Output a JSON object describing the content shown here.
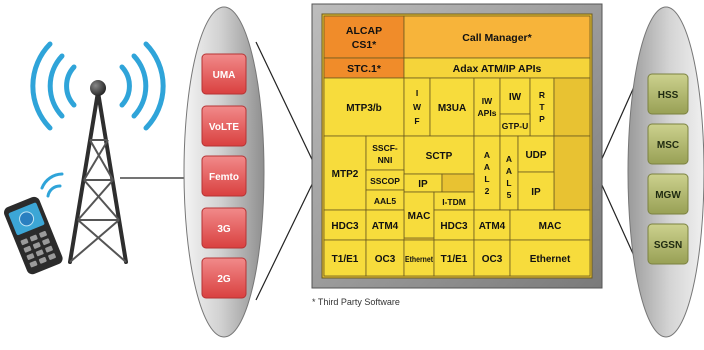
{
  "left_panel": {
    "items": [
      "UMA",
      "VoLTE",
      "Femto",
      "3G",
      "2G"
    ]
  },
  "right_panel": {
    "items": [
      "HSS",
      "MSC",
      "MGW",
      "SGSN"
    ]
  },
  "stack": {
    "alcap_line1": "ALCAP",
    "alcap_line2": "CS1*",
    "call_manager": "Call Manager*",
    "stc1": "STC.1*",
    "adax_apis": "Adax ATM/IP APIs",
    "mtp3b": "MTP3/b",
    "iwf_chars": [
      "I",
      "W",
      "F"
    ],
    "m3ua": "M3UA",
    "iw_apis_line1": "IW",
    "iw_apis_line2": "APIs",
    "iw": "IW",
    "gtpu": "GTP-U",
    "rtp_chars": [
      "R",
      "T",
      "P"
    ],
    "mtp2": "MTP2",
    "sscf_line1": "SSCF-",
    "sscf_line2": "NNI",
    "sctp": "SCTP",
    "aal2_chars": [
      "A",
      "A",
      "L",
      "2"
    ],
    "aal5b_chars": [
      "A",
      "A",
      "L",
      "5"
    ],
    "udp": "UDP",
    "sscop": "SSCOP",
    "ip_left": "IP",
    "ip_right": "IP",
    "aal5": "AAL5",
    "itdm": "I-TDM",
    "mac_left": "MAC",
    "hdc3_left": "HDC3",
    "atm4_left": "ATM4",
    "hdc3_right": "HDC3",
    "atm4_right": "ATM4",
    "mac_right": "MAC",
    "t1e1_left": "T1/E1",
    "oc3_left": "OC3",
    "ethernet_left": "Ethernet",
    "t1e1_right": "T1/E1",
    "oc3_right": "OC3",
    "ethernet_right": "Ethernet"
  },
  "footnote": "* Third Party Software",
  "icons": [
    "cell-tower-icon",
    "mobile-phone-icon"
  ],
  "colors": {
    "orange": "#f08c2a",
    "yellow": "#f7dc3c",
    "pink_pill": "#e8595c",
    "green_pill": "#b3bb6e",
    "oval": "#c9c9c9",
    "tower_blue": "#2fa4d9"
  }
}
